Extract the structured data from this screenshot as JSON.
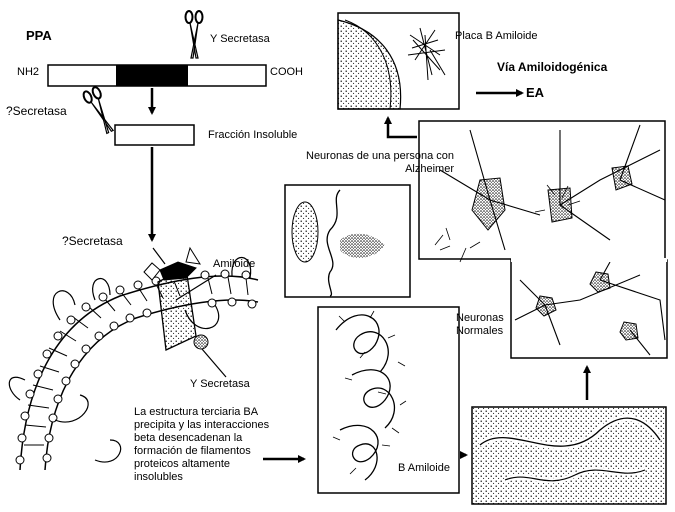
{
  "ppa": {
    "title": "PPA",
    "nh2": "NH2",
    "cooh": "COOH"
  },
  "labels": {
    "gamma_secretase_top": "Y Secretasa",
    "beta_secretase_left": "?Secretasa",
    "fraccion_insoluble": "Fracción Insoluble",
    "alpha_secretase_mid": "?Secretasa",
    "amiloide": "Amiloide",
    "gamma_secretase_bottom": "Y Secretasa",
    "estructura_text": "La estructura terciaria BA precipita y las interacciones beta desencadenan la formación de filamentos proteicos altamente insolubles",
    "b_amiloide": "B Amiloide",
    "placa": "Placa B Amiloide",
    "via": "Vía Amiloidogénica",
    "ea": "EA",
    "neuronas_alzheimer": "Neuronas de una persona con Alzheimer",
    "neuronas_normales": "Neuronas Normales"
  },
  "icons": [
    "scissors-icon",
    "scissors-icon",
    "lipid-membrane",
    "neuron-illustration",
    "amyloid-plaque-illustration"
  ]
}
